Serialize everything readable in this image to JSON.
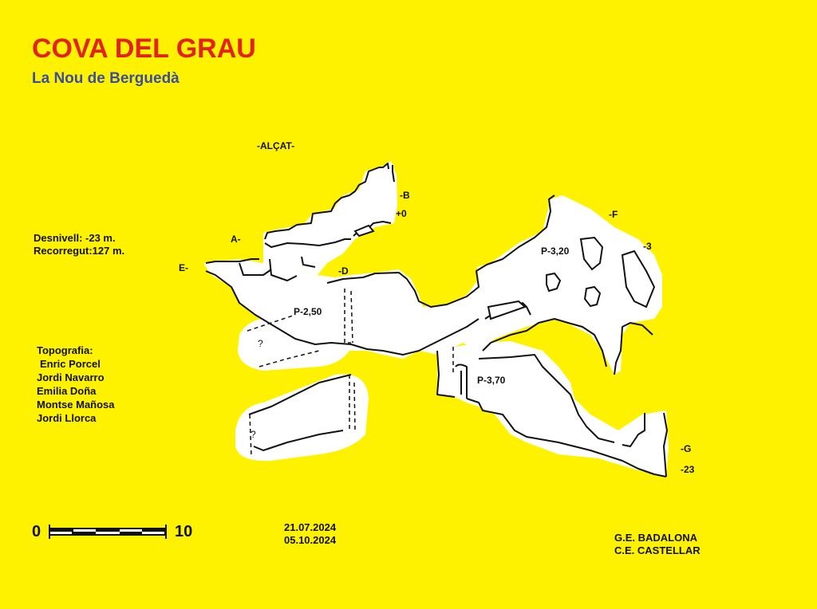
{
  "header": {
    "title": "COVA DEL GRAU",
    "subtitle": "La Nou de Berguedà"
  },
  "stats": {
    "desnivell": "Desnivell: -23 m.",
    "recorregut": "Recorregut:127 m."
  },
  "topografia": {
    "heading": "Topografia:",
    "authors": [
      "Enric Porcel",
      "Jordi Navarro",
      "Emilia Doña",
      "Montse Mañosa",
      "Jordi Llorca"
    ]
  },
  "map": {
    "view_label": "-ALÇAT-",
    "points": {
      "A": "A-",
      "B": "-B",
      "B_level": "+0",
      "D": "-D",
      "E": "E-",
      "F": "-F",
      "F_level": "-3",
      "G": "-G",
      "G_level": "-23"
    },
    "pits": {
      "p1": "P-2,50",
      "p2": "P-3,20",
      "p3": "P-3,70"
    },
    "unknown_mark": "?"
  },
  "scale": {
    "start": "0",
    "end": "10"
  },
  "dates": [
    "21.07.2024",
    "05.10.2024"
  ],
  "groups": [
    "G.E. BADALONA",
    "C.E. CASTELLAR"
  ],
  "colors": {
    "background": "#fff200",
    "title": "#e3221c",
    "subtitle": "#3a4ea0",
    "cave_fill": "#ffffff",
    "outline": "#111111"
  }
}
